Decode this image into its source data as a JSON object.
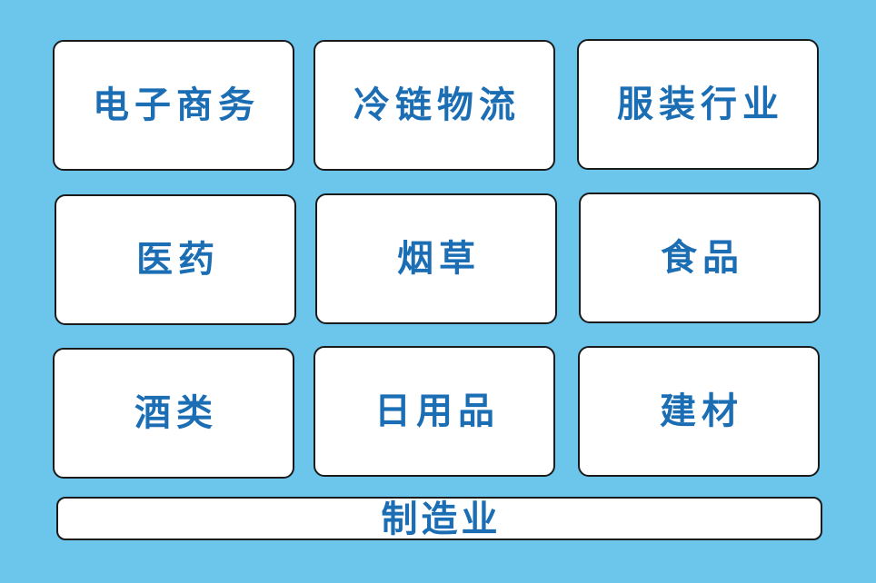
{
  "page": {
    "background_color": "#6cc6ec",
    "card_background_color": "#ffffff",
    "card_border_color": "#1a1a1a",
    "label_color": "#1c6eb4"
  },
  "grid": {
    "rows": [
      {
        "cards": [
          {
            "label": "电子商务"
          },
          {
            "label": "冷链物流"
          },
          {
            "label": "服装行业"
          }
        ]
      },
      {
        "cards": [
          {
            "label": "医药"
          },
          {
            "label": "烟草"
          },
          {
            "label": "食品"
          }
        ]
      },
      {
        "cards": [
          {
            "label": "酒类"
          },
          {
            "label": "日用品"
          },
          {
            "label": "建材"
          }
        ]
      }
    ]
  },
  "footer_bar": {
    "label": "制造业"
  }
}
